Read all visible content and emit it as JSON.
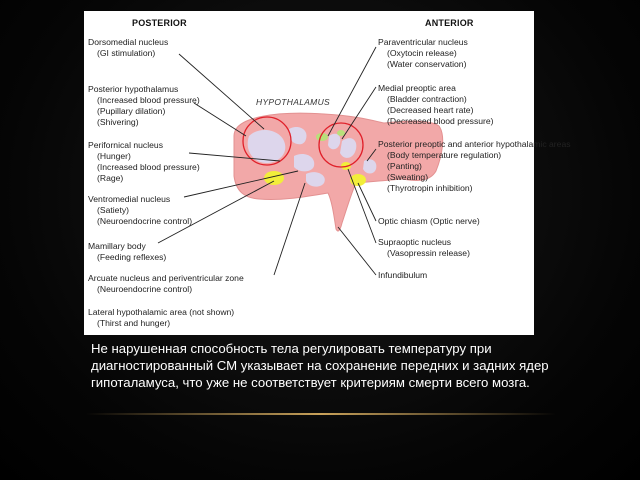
{
  "headers": {
    "posterior": "POSTERIOR",
    "anterior": "ANTERIOR",
    "hypothalamus": "HYPOTHALAMUS"
  },
  "left_labels": [
    {
      "title": "Dorsomedial nucleus",
      "lines": [
        "(GI stimulation)"
      ]
    },
    {
      "title": "Posterior hypothalamus",
      "lines": [
        "(Increased blood pressure)",
        "(Pupillary dilation)",
        "(Shivering)"
      ]
    },
    {
      "title": "Perifornical nucleus",
      "lines": [
        "(Hunger)",
        "(Increased blood pressure)",
        "(Rage)"
      ]
    },
    {
      "title": "Ventromedial nucleus",
      "lines": [
        "(Satiety)",
        "(Neuroendocrine control)"
      ]
    },
    {
      "title": "Mamillary body",
      "lines": [
        "(Feeding reflexes)"
      ]
    },
    {
      "title": "Arcuate nucleus and periventricular zone",
      "lines": [
        "(Neuroendocrine control)"
      ]
    },
    {
      "title": "Lateral hypothalamic area (not shown)",
      "lines": [
        "(Thirst and hunger)"
      ]
    }
  ],
  "right_labels": [
    {
      "title": "Paraventricular nucleus",
      "lines": [
        "(Oxytocin release)",
        "(Water conservation)"
      ]
    },
    {
      "title": "Medial preoptic area",
      "lines": [
        "(Bladder contraction)",
        "(Decreased heart rate)",
        "(Decreased blood pressure)"
      ]
    },
    {
      "title": "Posterior preoptic and",
      "lines": [
        "anterior hypothalamic areas",
        "(Body temperature regulation)",
        "(Panting)",
        "(Sweating)",
        "(Thyrotropin inhibition)"
      ]
    },
    {
      "title": "Optic chiasm (Optic nerve)",
      "lines": []
    },
    {
      "title": "Supraoptic nucleus",
      "lines": [
        "(Vasopressin release)"
      ]
    },
    {
      "title": "Infundibulum",
      "lines": []
    }
  ],
  "caption": [
    "Не нарушенная способность тела регулировать температуру при",
    "диагностированный СМ указывает на сохранение передних и задних ядер",
    "гипоталамуса, что уже не соответствует критериям смерти всего мозга."
  ],
  "colors": {
    "hypothalamus_fill": "#f2a8a8",
    "nucleus_fill": "#ddd6ec",
    "highlight_circle": "#e0202a",
    "yellow": "#f2ee3a",
    "green": "#b8e07a",
    "divider": "#c9a25a"
  }
}
